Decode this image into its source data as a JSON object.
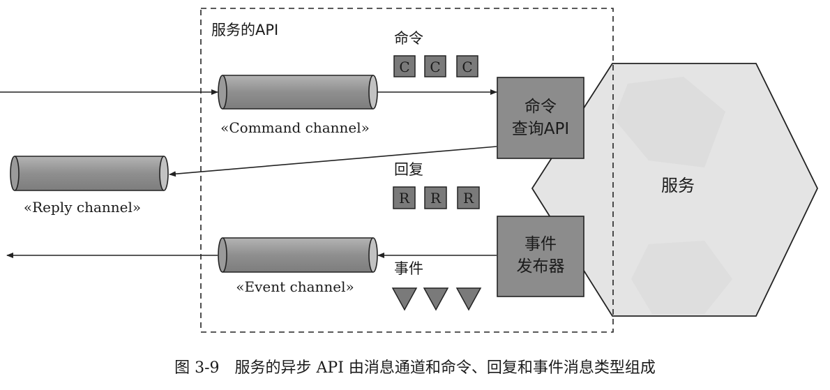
{
  "api_box": {
    "label": "服务的API"
  },
  "command_channel": {
    "label": "«Command channel»"
  },
  "reply_channel": {
    "label": "«Reply channel»"
  },
  "event_channel": {
    "label": "«Event channel»"
  },
  "commands": {
    "label": "命令",
    "token": "C",
    "count": 3
  },
  "replies": {
    "label": "回复",
    "token": "R",
    "count": 3
  },
  "events": {
    "label": "事件",
    "count": 3
  },
  "command_query_api": {
    "line1": "命令",
    "line2": "查询API"
  },
  "event_publisher": {
    "line1": "事件",
    "line2": "发布器"
  },
  "service": {
    "label": "服务"
  },
  "caption": {
    "text": "图 3-9　服务的异步 API 由消息通道和命令、回复和事件消息类型组成"
  },
  "colors": {
    "component_fill": "#8c8c8c",
    "token_fill": "#7a7a7a",
    "cylinder_fill": "#9a9a9a",
    "cylinder_end": "#bdbdbd",
    "hexagon_fill": "#e4e4e4",
    "stroke": "#222222"
  }
}
